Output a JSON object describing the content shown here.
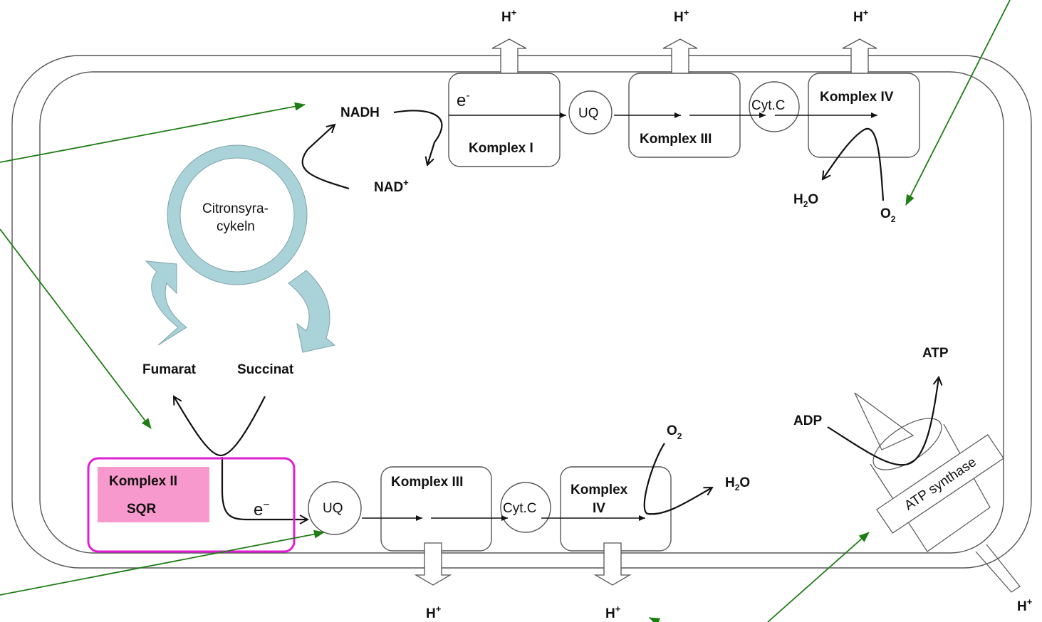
{
  "diagram": {
    "labels": {
      "h_plus": "H",
      "plus": "+",
      "nadh": "NADH",
      "nad": "NAD",
      "electron": "e",
      "electron_sup_top": "-",
      "electron_sup_bottom": "−",
      "uq": "UQ",
      "cyt_c": "Cyt.C",
      "komplex_i": "Komplex I",
      "komplex_ii": "Komplex II",
      "sqr": "SQR",
      "komplex_iii": "Komplex III",
      "komplex_iv": "Komplex IV",
      "komplex_iv_line1": "Komplex",
      "komplex_iv_line2": "IV",
      "h2o_h": "H",
      "h2o_2": "2",
      "h2o_o": "O",
      "o": "O",
      "o_2": "2",
      "citric_line1": "Citronsyra-",
      "citric_line2": "cykeln",
      "fumarat": "Fumarat",
      "succinat": "Succinat",
      "atp": "ATP",
      "adp": "ADP",
      "atp_synthase": "ATP synthase"
    },
    "colors": {
      "membrane": "#555555",
      "cycle": "#a9d2d9",
      "cycle_stroke": "#7fa4ab",
      "highlight_border": "#e01fd2",
      "highlight_fill": "#f799cc",
      "pointer": "#1e7d14"
    }
  }
}
